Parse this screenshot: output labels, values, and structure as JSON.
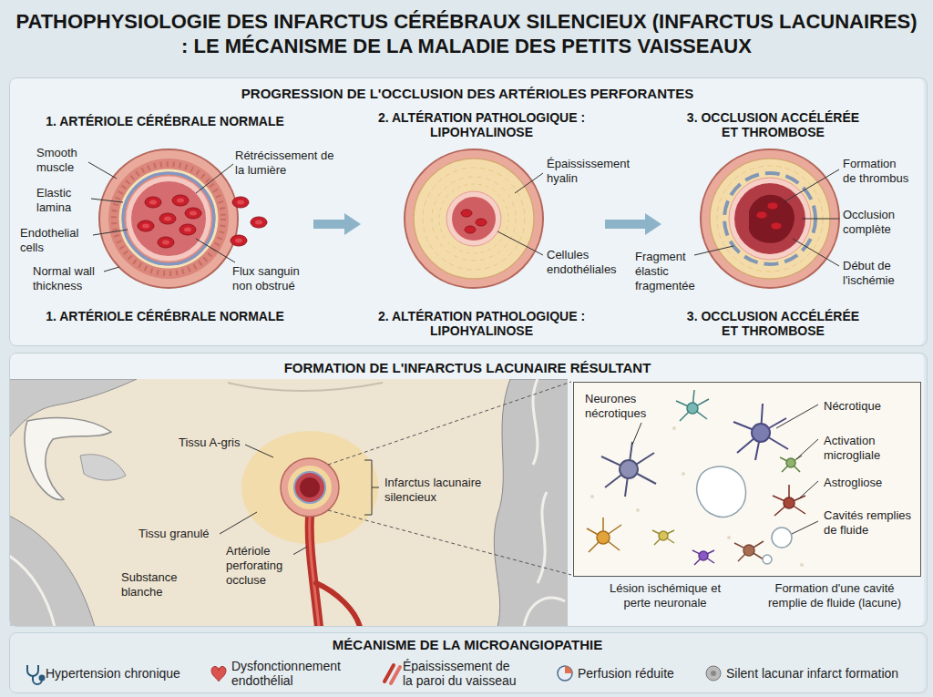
{
  "diagram": {
    "title": "PATHOPHYSIOLOGIE DES INFARCTUS CÉRÉBRAUX SILENCIEUX (INFARCTUS LACUNAIRES) : LE MÉCANISME DE LA MALADIE DES PETITS VAISSEAUX",
    "nodes": [
      {
        "text": [
          "PROGRESSION DE L'OCCLUSION DES ARTÉRIOLES PERFORANTES"
        ]
      },
      {
        "text": [
          "1. ARTÉRIOLE CÉRÉBRALE NORMALE",
          "1. ARTÉRIOLE CÉRÉBRALE NORMALE"
        ],
        "in": 0
      },
      {
        "text": [
          "2. ALTÉRATION PATHOLOGIQUE : LIPOHYALINOSE",
          "2. ALTÉRATION PATHOLOGIQUE : LIPOHYALINOSE"
        ],
        "in": 0
      },
      {
        "text": [
          "3. OCCLUSION ACCÉLÉRÉE ET THROMBOSE",
          "3. OCCLUSION ACCÉLÉRÉE ET THROMBOSE"
        ],
        "in": 0
      },
      {
        "text": [
          "FORMATION DE L'INFARCTUS LACUNAIRE RÉSULTANT"
        ]
      },
      {
        "text": [
          "Neurones nécrotiques",
          "Nécrotique",
          "Activation microgliale",
          "Astrogliose",
          "Cavités remplies de fluide"
        ],
        "in": 4
      },
      {
        "text": [
          "MÉCANISME DE LA MICROANGIOPATHIE"
        ]
      }
    ],
    "edges": [
      {
        "from": 1,
        "to": 2,
        "arrow": "to"
      },
      {
        "from": 2,
        "to": 3,
        "arrow": "to"
      }
    ],
    "labels": [
      "Smooth muscle",
      "Elastic lamina",
      "Endothelial cells",
      "Normal wall thickness",
      "Rétrécissement de la lumière",
      "Flux sanguin non obstrué",
      "Épaississement hyalin",
      "Cellules endothéliales",
      "Formation de thrombus",
      "Occlusion complète",
      "Début de l'ischémie",
      "Fragment élastic fragmentée",
      "Tissu A-gris",
      "Tissu granulé",
      "Substance blanche",
      "Infarctus lacunaire silencieux",
      "Artériole perforating occluse",
      "Lésion ischémique et perte neuronale",
      "Formation d'une cavité remplie de fluide (lacune)"
    ],
    "legend": [
      {
        "text": "Hypertension chronique"
      },
      {
        "text": "Dysfonctionnement endothélial"
      },
      {
        "text": "Épaississement de la paroi du vaisseau"
      },
      {
        "text": "Perfusion réduite"
      },
      {
        "text": "Silent lacunar infarct formation"
      }
    ]
  }
}
